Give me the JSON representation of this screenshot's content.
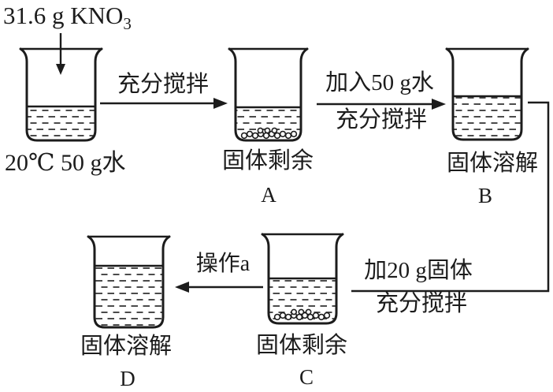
{
  "diagram": {
    "input": {
      "text": "31.6 g KNO",
      "subscript": "3"
    },
    "start": {
      "caption": "20℃ 50 g水"
    },
    "step1": {
      "top": "充分搅拌"
    },
    "step2": {
      "top": "加入50 g水",
      "bottom": "充分搅拌"
    },
    "step3": {
      "top": "加20 g固体",
      "bottom": "充分搅拌"
    },
    "step4": {
      "top": "操作a"
    },
    "beakerA": {
      "caption": "固体剩余",
      "letter": "A"
    },
    "beakerB": {
      "caption": "固体溶解",
      "letter": "B"
    },
    "beakerC": {
      "caption": "固体剩余",
      "letter": "C"
    },
    "beakerD": {
      "caption": "固体溶解",
      "letter": "D"
    }
  },
  "colors": {
    "ink": "#1c1c1c",
    "background": "#ffffff"
  }
}
